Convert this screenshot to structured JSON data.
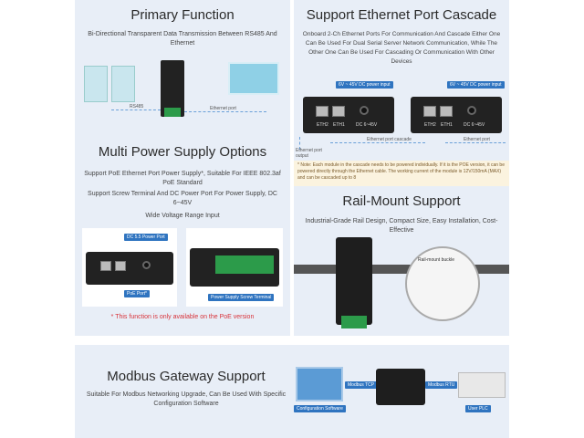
{
  "primary": {
    "title": "Primary Function",
    "desc": "Bi-Directional Transparent Data Transmission Between RS485 And Ethernet",
    "rs485_label": "RS485",
    "ethernet_port_label": "Ethernet port"
  },
  "cascade": {
    "title": "Support Ethernet Port Cascade",
    "desc": "Onboard 2-Ch Ethernet Ports For Communication And Cascade Either One Can Be Used For Dual Serial Server Network Communication, While The Other One Can Be Used For Cascading Or Communication With Other Devices",
    "power_label": "6V ~ 45V DC power input",
    "eth1": "ETH1",
    "eth2": "ETH2",
    "dc": "DC 6~45V",
    "cascade_label": "Ethernet port cascade",
    "ethernet_port_label": "Ethernet port",
    "output_label": "Ethernet port output",
    "note": "* Note: Each module in the cascade needs to be powered individually. If it is the POE version, it can be powered directly through the Ethernet cable. The working current of the module is 12V/150mA (MAX) and can be cascaded up to 8"
  },
  "power": {
    "title": "Multi Power Supply Options",
    "desc1": "Support PoE Ethernet Port Power Supply*, Suitable For IEEE 802.3af PoE Standard",
    "desc2": "Support Screw Terminal And DC Power Port For Power Supply, DC 6~45V",
    "desc3": "Wide Voltage Range Input",
    "dc_port_label": "DC 5.5 Power Port",
    "poe_label": "PoE Port*",
    "screw_label": "Power Supply Screw Terminal",
    "footnote": "* This function is only available on the PoE version"
  },
  "rail": {
    "title": "Rail-Mount Support",
    "desc": "Industrial-Grade Rail Design, Compact Size, Easy Installation, Cost-Effective",
    "buckle_label": "Rail-mount buckle"
  },
  "modbus": {
    "title": "Modbus Gateway Support",
    "desc": "Suitable For Modbus Networking Upgrade, Can Be Used With Specific Configuration Software",
    "tcp_label": "Modbus TCP",
    "rtu_label": "Modbus RTU",
    "config_label": "Configuration Software",
    "plc_label": "User PLC"
  },
  "colors": {
    "panel_bg": "#e8eef7",
    "accent_blue": "#2f74c0",
    "footnote_red": "#d8333a"
  }
}
